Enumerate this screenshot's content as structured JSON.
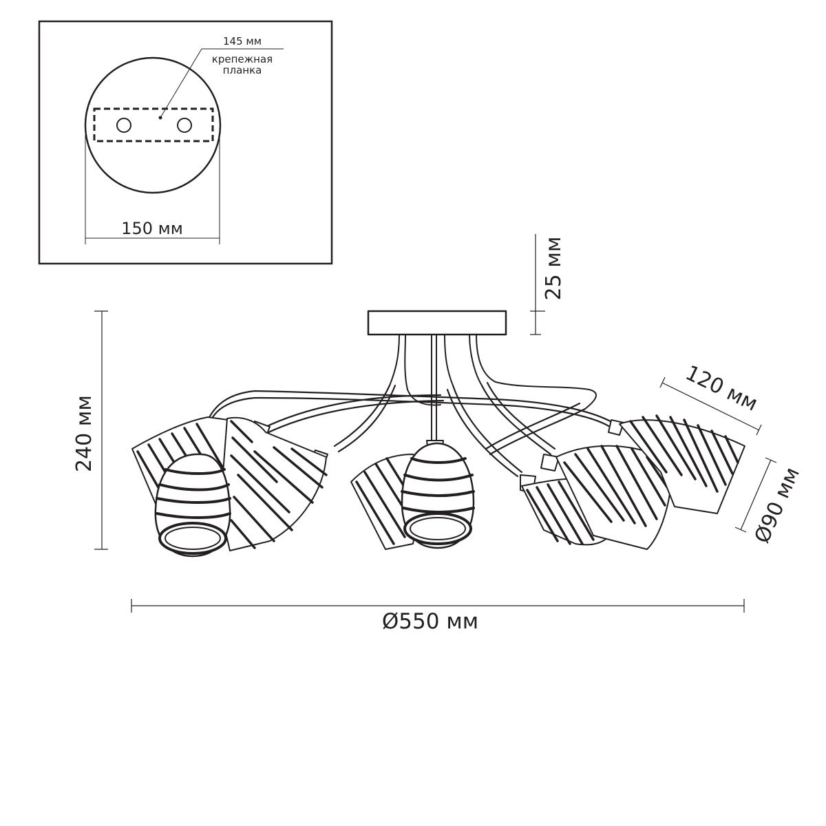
{
  "inset": {
    "bracket_size": "145 мм",
    "bracket_label_line1": "крепежная",
    "bracket_label_line2": "планка",
    "canopy_width": "150 мм"
  },
  "main": {
    "height_total": "240 мм",
    "canopy_height": "25 мм",
    "shade_length": "120 мм",
    "shade_diameter": "Ø90 мм",
    "overall_diameter": "Ø550 мм"
  },
  "colors": {
    "line": "#231f20",
    "background": "#ffffff"
  }
}
